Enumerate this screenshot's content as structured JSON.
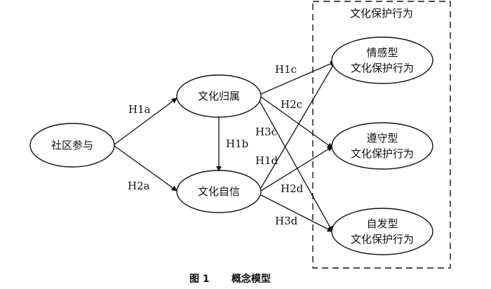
{
  "group": {
    "title": "文化保护行为"
  },
  "nodes": {
    "community": "社区参与",
    "belonging": "文化归属",
    "confidence": "文化自信",
    "emotional": {
      "line1": "情感型",
      "line2": "文化保护行为"
    },
    "compliant": {
      "line1": "遵守型",
      "line2": "文化保护行为"
    },
    "spontaneous": {
      "line1": "自发型",
      "line2": "文化保护行为"
    }
  },
  "hypotheses": {
    "h1a": "H1a",
    "h2a": "H2a",
    "h1b": "H1b",
    "h1c": "H1c",
    "h2c": "H2c",
    "h3c": "H3c",
    "h1d": "H1d",
    "h2d": "H2d",
    "h3d": "H3d"
  },
  "caption": {
    "figure": "图 1",
    "title": "概念模型"
  }
}
